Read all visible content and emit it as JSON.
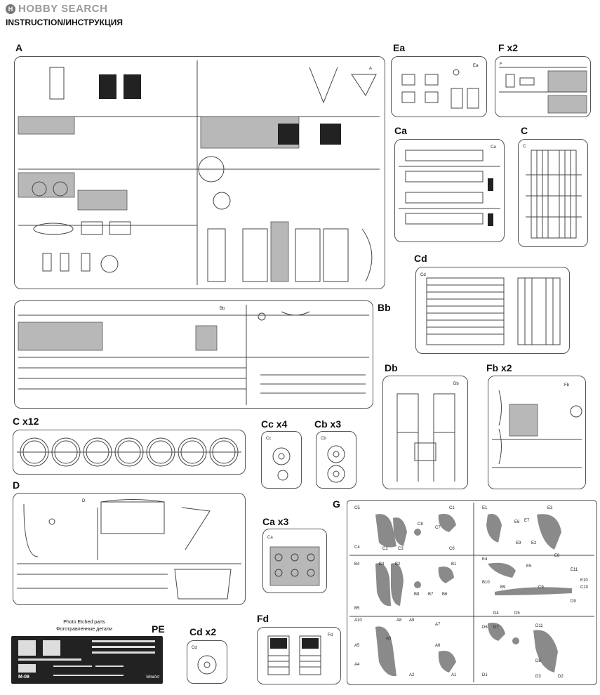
{
  "header": {
    "logo_mark": "H",
    "logo_text": "HOBBY SEARCH",
    "instruction_title": "INSTRUCTION/ИНСТРУКЦИЯ"
  },
  "sprues": {
    "A": "A",
    "Ea": "Ea",
    "Fx2": "F x2",
    "Ca": "Ca",
    "C": "C",
    "Cd": "Cd",
    "Bb": "Bb",
    "Cx12": "C x12",
    "Ccx4": "Cc x4",
    "Cbx3": "Cb x3",
    "Db": "Db",
    "Fbx2": "Fb x2",
    "D": "D",
    "Cax3": "Ca x3",
    "G": "G",
    "PE": "PE",
    "Cdx2": "Cd x2",
    "Fd": "Fd"
  },
  "pe": {
    "title_en": "Photo Etched parts",
    "title_ru": "Фототравленные детали",
    "code": "M-08",
    "brand": "MiniArt"
  },
  "g_labels": [
    "C5",
    "C1",
    "C6",
    "C4",
    "C2",
    "C3",
    "C8",
    "C7",
    "B4",
    "B3",
    "B2",
    "B1",
    "B8",
    "B7",
    "B6",
    "B5",
    "A10",
    "A8",
    "A9",
    "A7",
    "A5",
    "A3",
    "A6",
    "A4",
    "A2",
    "A1",
    "E1",
    "E3",
    "E6",
    "E7",
    "E9",
    "E2",
    "E4",
    "E5",
    "E8",
    "E11",
    "B10",
    "B9",
    "C9",
    "C10",
    "D9",
    "D4",
    "D5",
    "D6",
    "D7",
    "D11",
    "D8",
    "D1",
    "D3",
    "D2",
    "E10"
  ]
}
